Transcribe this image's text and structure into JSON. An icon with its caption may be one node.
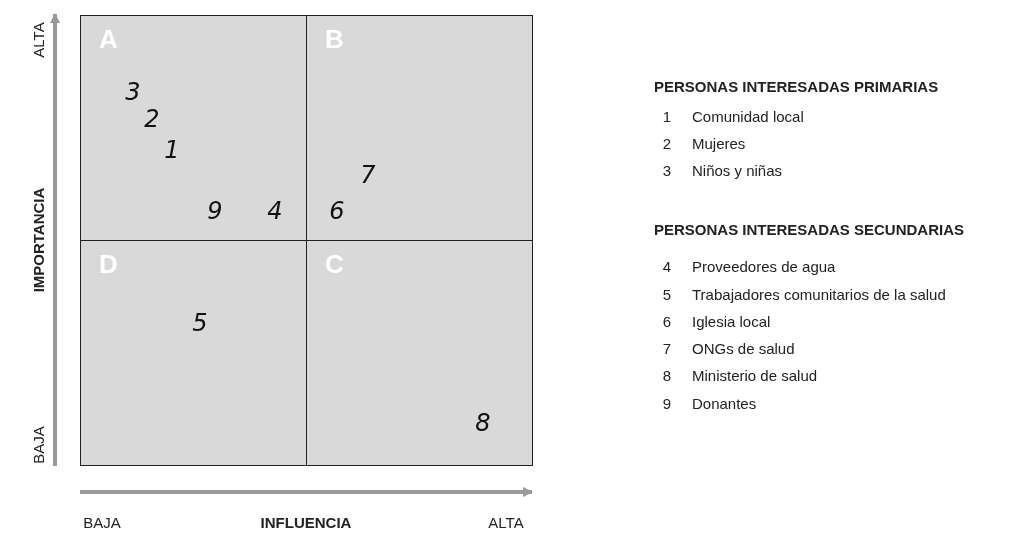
{
  "diagram": {
    "nodes": [
      {
        "text": [
          "A"
        ]
      },
      {
        "text": [
          "B"
        ]
      },
      {
        "text": [
          "D"
        ]
      },
      {
        "text": [
          "C"
        ]
      }
    ],
    "labels": [
      "ALTA",
      "IMPORTANCIA",
      "BAJA",
      "3",
      "2",
      "1",
      "7",
      "9",
      "4",
      "6",
      "5",
      "8",
      "BAJA",
      "INFLUENCIA",
      "ALTA",
      "PERSONAS INTERESADAS PRIMARIAS",
      "1",
      "Comunidad local",
      "2",
      "Mujeres",
      "3",
      "Niños y niñas",
      "PERSONAS INTERESADAS SECUNDARIAS",
      "4",
      "Proveedores de agua",
      "5",
      "Trabajadores comunitarios de la salud",
      "6",
      "Iglesia local",
      "7",
      "ONGs de salud",
      "8",
      "Ministerio de salud",
      "9",
      "Donantes"
    ]
  }
}
